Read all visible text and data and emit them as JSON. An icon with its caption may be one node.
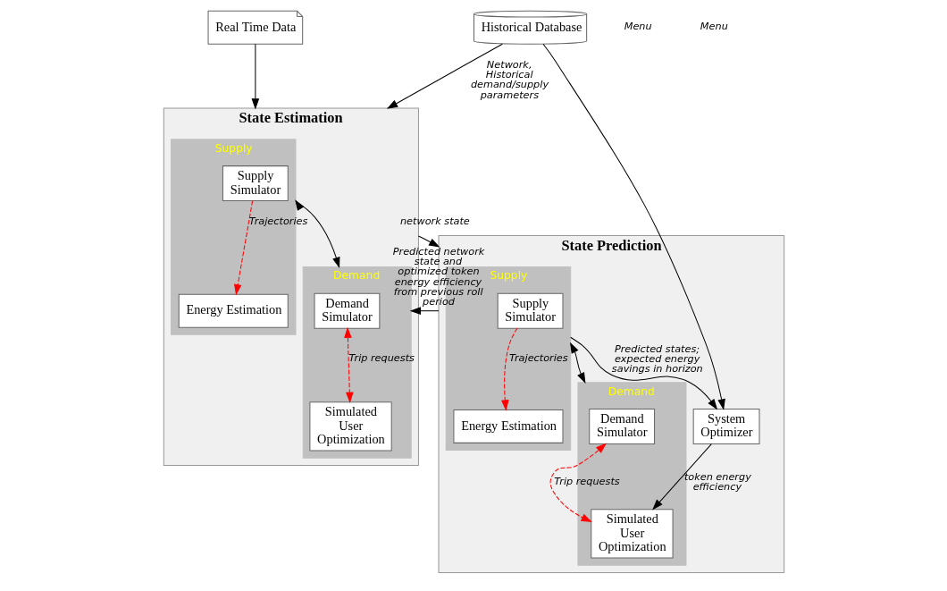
{
  "diagram": {
    "nodes": [
      {
        "text": [
          "Real Time Data"
        ]
      },
      {
        "text": [
          "Historical Database"
        ]
      },
      {
        "text": [
          "State Estimation"
        ]
      },
      {
        "text": [
          "Supply"
        ],
        "in": 2
      },
      {
        "text": [
          "Supply Simulator"
        ],
        "in": 3
      },
      {
        "text": [
          "Energy Estimation"
        ],
        "in": 3
      },
      {
        "text": [
          "Demand"
        ],
        "in": 2
      },
      {
        "text": [
          "Demand Simulator"
        ],
        "in": 6
      },
      {
        "text": [
          "Simulated User Optimization"
        ],
        "in": 6
      },
      {
        "text": [
          "State Prediction"
        ]
      },
      {
        "text": [
          "Supply"
        ],
        "in": 9
      },
      {
        "text": [
          "Supply Simulator"
        ],
        "in": 10
      },
      {
        "text": [
          "Energy Estimation"
        ],
        "in": 10
      },
      {
        "text": [
          "Demand"
        ],
        "in": 9
      },
      {
        "text": [
          "Demand Simulator"
        ],
        "in": 13
      },
      {
        "text": [
          "Simulated User Optimization"
        ],
        "in": 13
      },
      {
        "text": [
          "System Optimizer"
        ],
        "in": 9
      }
    ],
    "edges": [
      {
        "from": 0,
        "to": 2,
        "arrow": "to"
      },
      {
        "from": 1,
        "to": 2,
        "arrow": "to",
        "label": "Network, Historical demand/supply parameters"
      },
      {
        "from": 1,
        "to": 16,
        "arrow": "to"
      },
      {
        "from": 4,
        "to": 5,
        "arrow": "to",
        "label": "Trajectories",
        "style": "dashed",
        "color": "#ff0000"
      },
      {
        "from": 3,
        "to": 6,
        "arrow": "both"
      },
      {
        "from": 7,
        "to": 8,
        "arrow": "both",
        "label": "Trip requests",
        "style": "dashed",
        "color": "#ff0000"
      },
      {
        "from": 2,
        "to": 9,
        "arrow": "to",
        "label": "network state"
      },
      {
        "from": 9,
        "to": 6,
        "arrow": "to",
        "label": "Predicted network state and optimized token energy efficiency from previous roll period"
      },
      {
        "from": 11,
        "to": 12,
        "arrow": "to",
        "label": "Trajectories",
        "style": "dashed",
        "color": "#ff0000"
      },
      {
        "from": 10,
        "to": 13,
        "arrow": "both"
      },
      {
        "from": 14,
        "to": 15,
        "arrow": "both",
        "label": "Trip requests",
        "style": "dashed",
        "color": "#ff0000"
      },
      {
        "from": 10,
        "to": 16,
        "arrow": "to",
        "label": "Predicted states; expected energy savings in horizon"
      },
      {
        "from": 16,
        "to": 15,
        "arrow": "to",
        "label": "token energy efficiency"
      }
    ],
    "labels": [
      "Menu",
      "Menu"
    ]
  }
}
